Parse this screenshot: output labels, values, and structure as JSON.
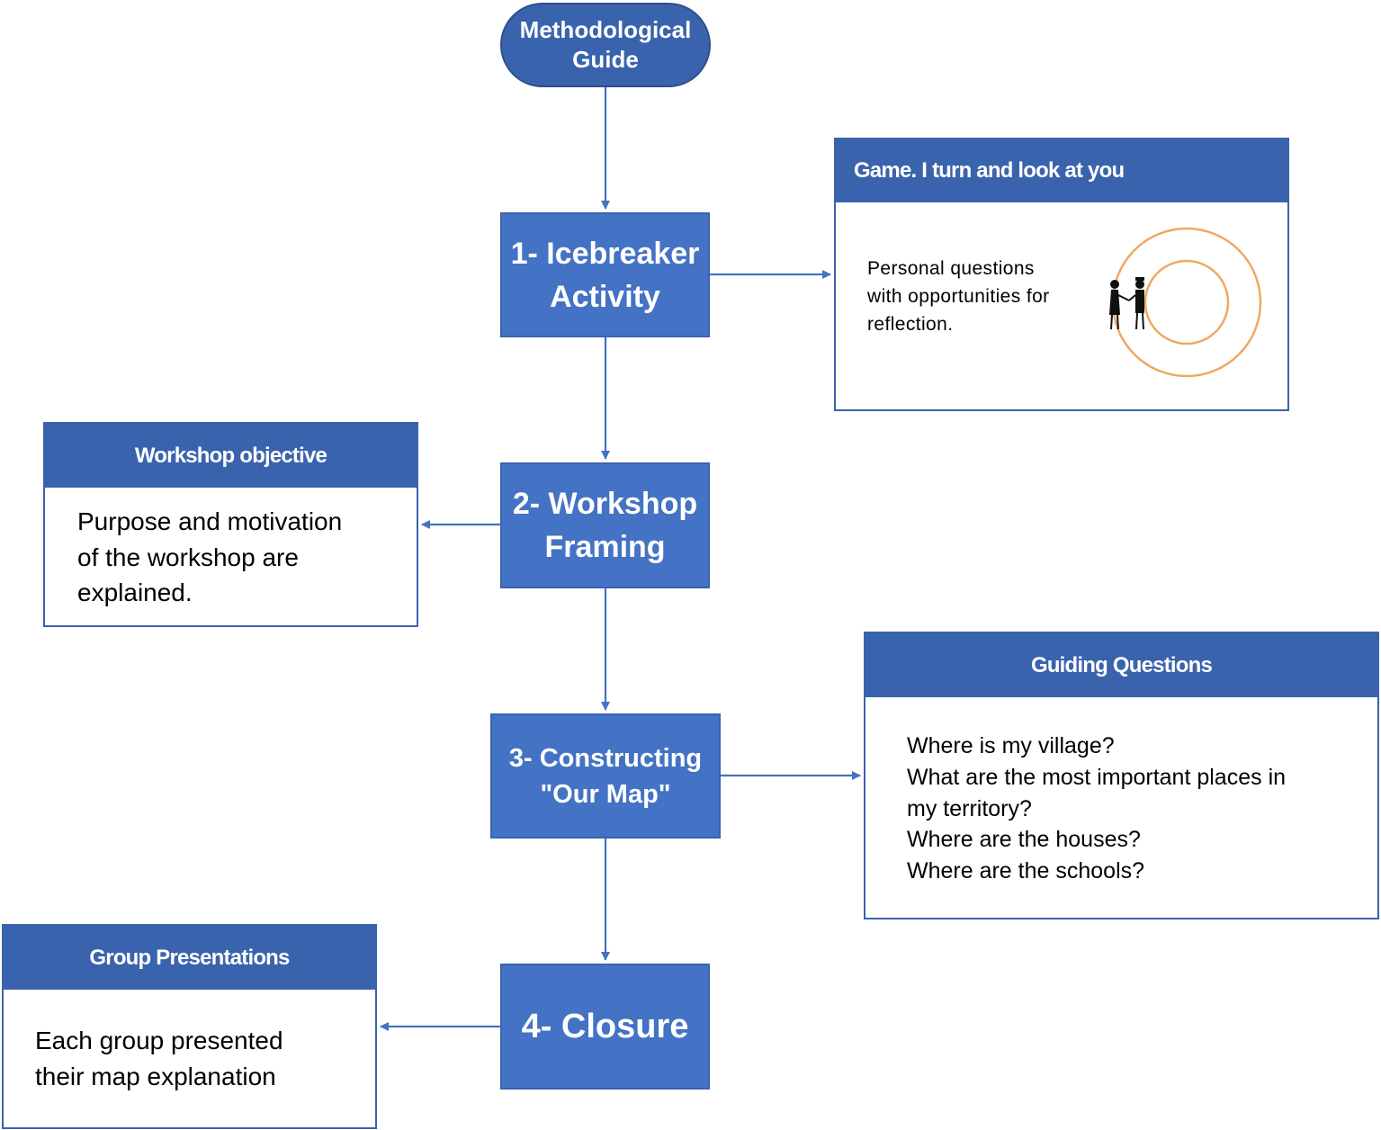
{
  "start": {
    "line1": "Methodological",
    "line2": "Guide"
  },
  "steps": [
    {
      "line1": "1- Icebreaker",
      "line2": "Activity"
    },
    {
      "line1": "2- Workshop",
      "line2": "Framing"
    },
    {
      "line1": "3- Constructing",
      "line2": "\"Our Map\""
    },
    {
      "line1": "4- Closure"
    }
  ],
  "panels": {
    "game": {
      "title": "Game. I turn and look at you",
      "lines": [
        "Personal questions",
        "with opportunities for",
        "reflection."
      ],
      "illustration": "two-people-in-concentric-circles-icon"
    },
    "objective": {
      "title": "Workshop objective",
      "lines": [
        "Purpose and motivation",
        "of the workshop are",
        "explained."
      ]
    },
    "guiding": {
      "title": "Guiding Questions",
      "lines": [
        "Where is my village?",
        "What are the most important places in",
        "my territory?",
        "Where are the houses?",
        "Where are the schools?"
      ]
    },
    "group": {
      "title": "Group Presentations",
      "lines": [
        "Each group presented",
        "their map explanation"
      ]
    }
  },
  "colors": {
    "step_fill": "#4472c4",
    "panel_header": "#3a63ad",
    "connector": "#4472c4",
    "circles": "#f0a860"
  }
}
